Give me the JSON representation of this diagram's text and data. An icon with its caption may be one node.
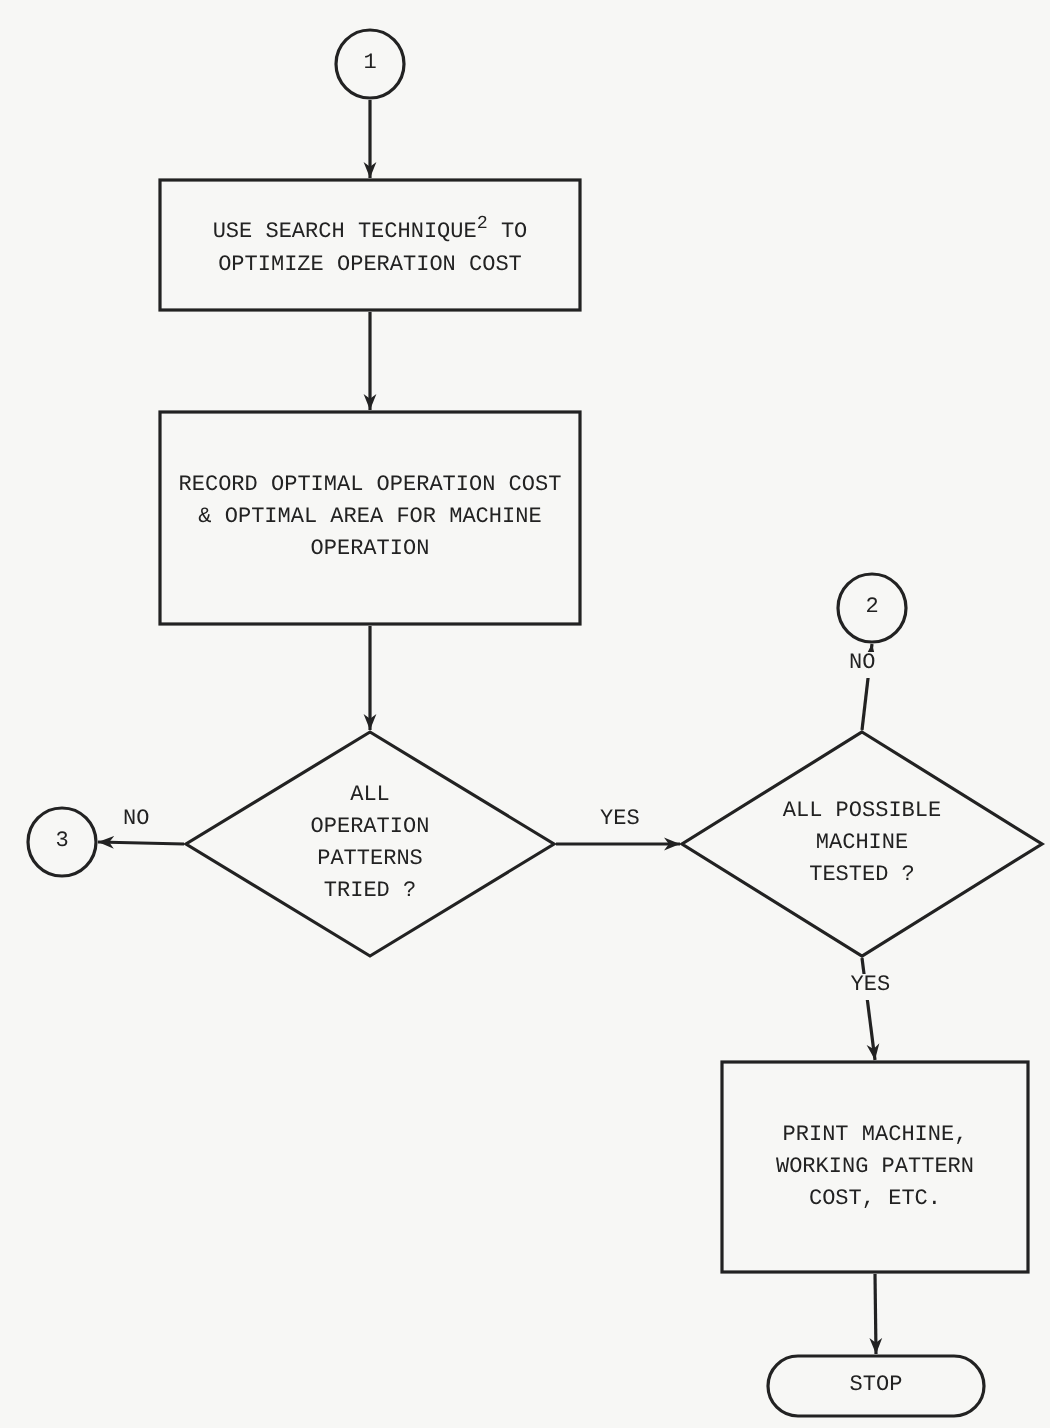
{
  "diagram": {
    "nodes": [
      {
        "text": [
          "1"
        ]
      },
      {
        "text": [
          "USE SEARCH TECHNIQUE$^{2}$ TO OPTIMIZE OPERATION COST"
        ]
      },
      {
        "text": [
          "RECORD OPTIMAL OPERATION COST & OPTIMAL AREA FOR MACHINE OPERATION"
        ]
      },
      {
        "text": [
          "ALL OPERATION PATTERNS TRIED ?"
        ]
      },
      {
        "text": [
          "3"
        ]
      },
      {
        "text": [
          "ALL POSSIBLE MACHINE TESTED ?"
        ]
      },
      {
        "text": [
          "2"
        ]
      },
      {
        "text": [
          "PRINT MACHINE, WORKING PATTERN COST, ETC."
        ]
      },
      {
        "text": [
          "STOP"
        ]
      }
    ],
    "edges": [
      {
        "from": 0,
        "to": 1,
        "arrow": "to"
      },
      {
        "from": 1,
        "to": 2,
        "arrow": "to"
      },
      {
        "from": 2,
        "to": 3,
        "arrow": "to"
      },
      {
        "from": 3,
        "to": 4,
        "arrow": "to",
        "label": "NO"
      },
      {
        "from": 3,
        "to": 5,
        "arrow": "to",
        "label": "YES"
      },
      {
        "from": 5,
        "to": 6,
        "arrow": "to",
        "label": "NO"
      },
      {
        "from": 5,
        "to": 7,
        "arrow": "to",
        "label": "YES"
      },
      {
        "from": 7,
        "to": 8,
        "arrow": "to"
      }
    ]
  }
}
